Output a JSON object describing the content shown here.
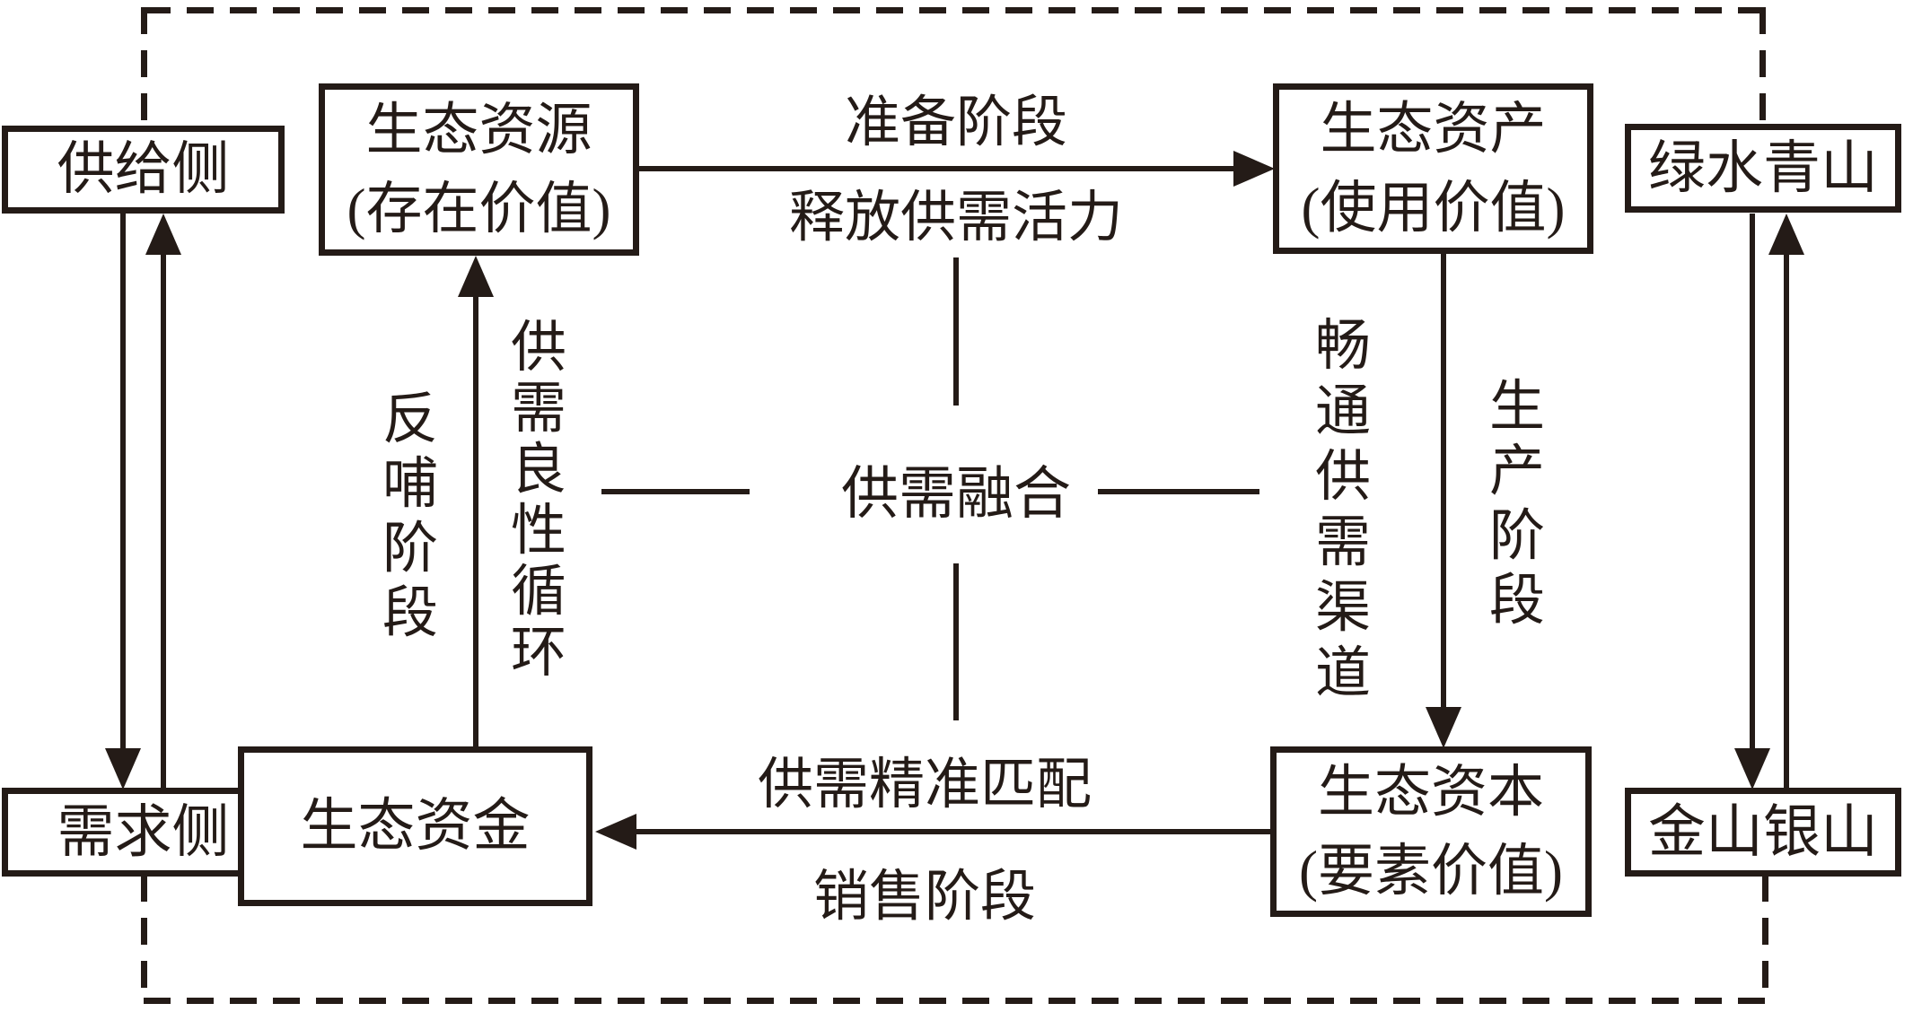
{
  "colors": {
    "ink": "#241b17",
    "background": "#ffffff"
  },
  "outer_boxes": {
    "supply_side": "供给侧",
    "demand_side": "需求侧",
    "green_water_mountains": "绿水青山",
    "gold_silver_mountains": "金山银山"
  },
  "value_boxes": {
    "eco_resource": {
      "title": "生态资源",
      "subtitle": "(存在价值)"
    },
    "eco_asset": {
      "title": "生态资产",
      "subtitle": "(使用价值)"
    },
    "eco_capital": {
      "title": "生态资本",
      "subtitle": "(要素价值)"
    },
    "eco_fund": {
      "title": "生态资金"
    }
  },
  "center": {
    "label": "供需融合"
  },
  "stages": {
    "preparation": "准备阶段",
    "release_vitality": "释放供需活力",
    "smooth_channels": "畅通供需渠道",
    "production": "生产阶段",
    "precise_match": "供需精准匹配",
    "sales": "销售阶段",
    "feedback": "反哺阶段",
    "benign_cycle": "供需良性循环"
  }
}
